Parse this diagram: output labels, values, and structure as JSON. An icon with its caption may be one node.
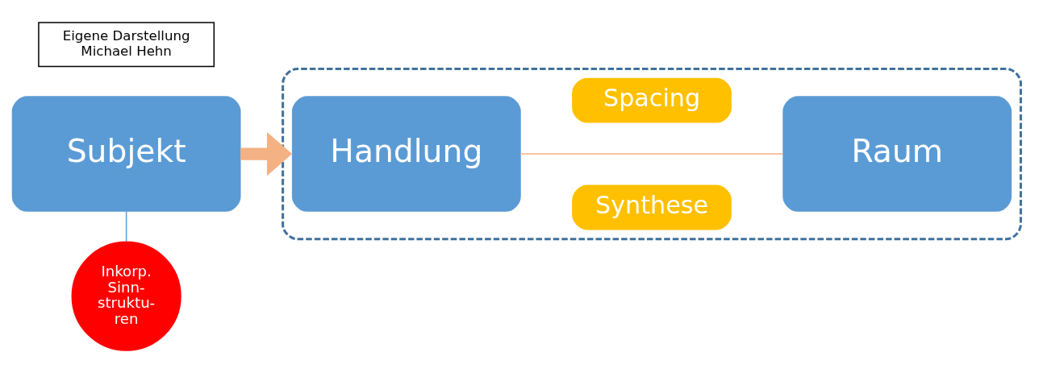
{
  "diagram": {
    "nodes": [
      {
        "text": [
          "Subjekt"
        ]
      },
      {
        "text": [
          "Inkorp. Sinn- struktu- ren"
        ]
      },
      {
        "text": [],
        "shape": "box"
      },
      {
        "text": [
          "Synthese"
        ],
        "in": 2
      },
      {
        "text": [
          "Handlung"
        ],
        "in": 2
      },
      {
        "text": [
          "Raum"
        ],
        "in": 2
      },
      {
        "text": [
          "Spacing"
        ],
        "in": 2
      },
      {
        "text": [
          "Eigene Darstellung Michael Hehn"
        ]
      }
    ],
    "edges": [
      {
        "from": 0,
        "to": 1,
        "arrow": "none",
        "color": "#5b9bd5"
      },
      {
        "from": 0,
        "to": 2,
        "arrow": "to",
        "style": "thick",
        "color": "#f4b183"
      },
      {
        "from": 4,
        "to": 5,
        "arrow": "none",
        "color": "#f4b183"
      }
    ]
  }
}
